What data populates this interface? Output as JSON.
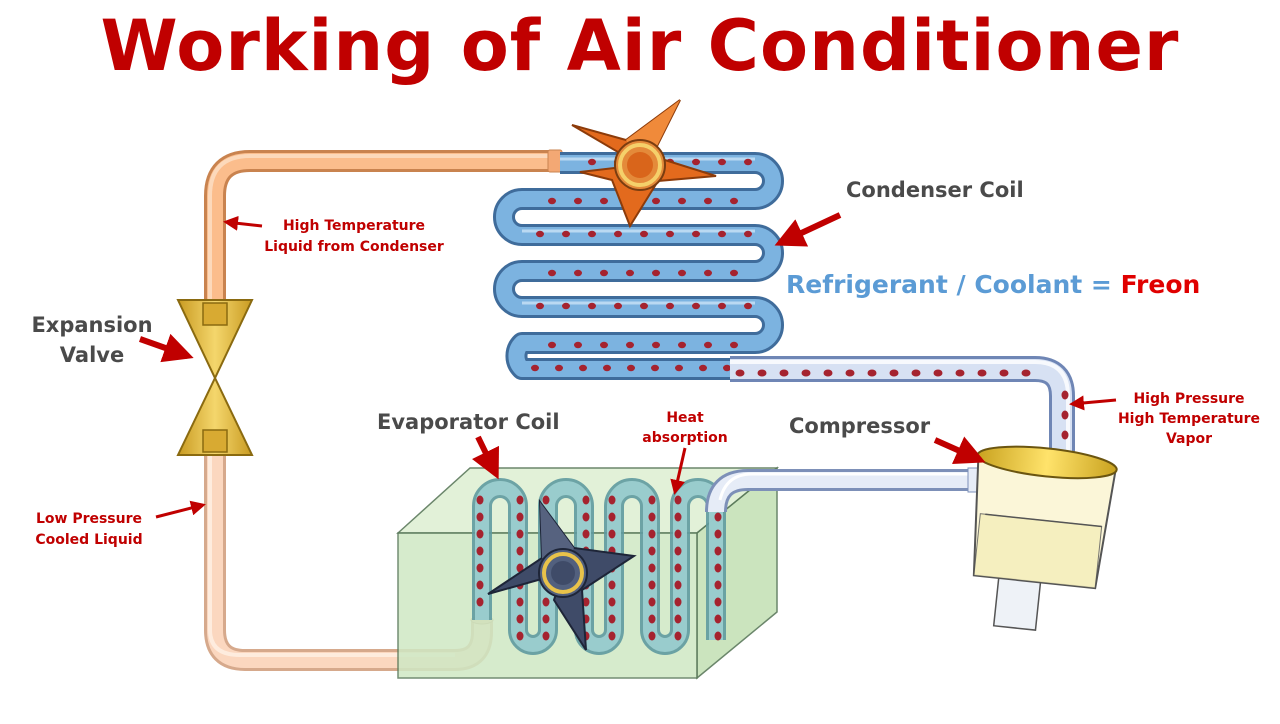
{
  "title": "Working of Air Conditioner",
  "labels": {
    "condenser_coil": "Condenser Coil",
    "refrigerant_text": "Refrigerant / Coolant = ",
    "refrigerant_name": "Freon",
    "expansion_valve_line1": "Expansion",
    "expansion_valve_line2": "Valve",
    "high_temp_liquid_line1": "High Temperature",
    "high_temp_liquid_line2": "Liquid from Condenser",
    "low_pressure_line1": "Low Pressure",
    "low_pressure_line2": "Cooled Liquid",
    "evaporator_coil": "Evaporator Coil",
    "heat_absorption_line1": "Heat",
    "heat_absorption_line2": "absorption",
    "compressor": "Compressor",
    "hp_vapor_line1": "High Pressure",
    "hp_vapor_line2": "High Temperature",
    "hp_vapor_line3": "Vapor"
  },
  "colors": {
    "title": "#c00000",
    "label_dark": "#4a4a4a",
    "label_red": "#c00000",
    "refrigerant_blue": "#5b9bd5",
    "freon_red": "#e00000",
    "hot_pipe": "#f4a86e",
    "cool_pipe": "#f7ceb0",
    "coil_blue": "#6fa7d8",
    "vapor_pipe": "#b9cbe6",
    "refrigerant_dot": "#a5232f",
    "fan_orange": "#e0691c",
    "fan_dark": "#3e4a66",
    "valve_gold": "#e8c24a",
    "evaporator_box": "#cfe8c4"
  }
}
